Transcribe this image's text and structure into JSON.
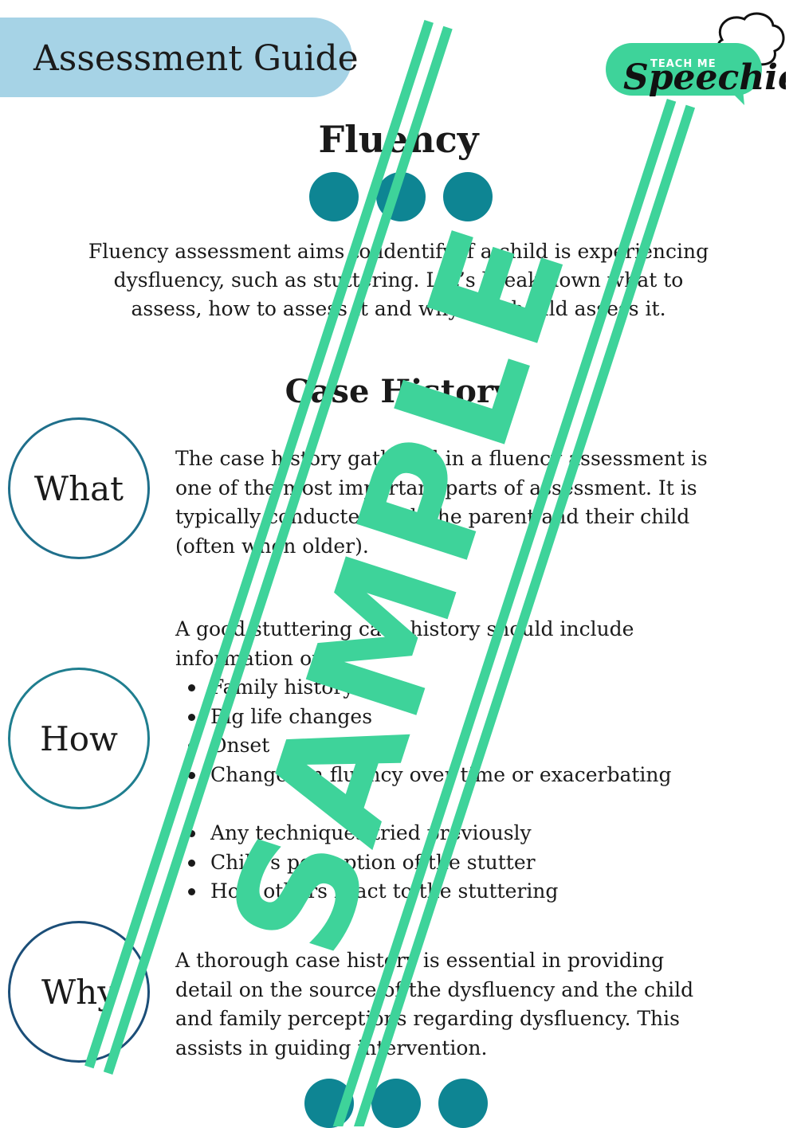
{
  "header": {
    "badge_label": "Assessment Guide",
    "logo_top": "TEACH ME",
    "logo_main": "Speechie"
  },
  "title": "Fluency",
  "intro": "Fluency assessment aims to identify if a child is experiencing dysfluency, such as stuttering. Let’s break down what to assess, how to assess it and why we should assess it.",
  "section_title": "Case History",
  "labels": {
    "what": "What",
    "how": "How",
    "why": "Why"
  },
  "what_text": "The case history gathered in a fluency assessment is one of the most important parts of assessment. It is typically conducted with the parent and their child (often when older).",
  "how_intro": "A good stuttering case history should include information on:",
  "how_bullets_a": [
    "Family history",
    "Big life changes",
    "Onset",
    "Changes in fluency over time or exacerbating"
  ],
  "how_bullets_b": [
    "Any techniques tried previously",
    "Child’s perception of the stutter",
    "How others react to the stuttering"
  ],
  "why_text": "A thorough case history is essential in providing detail on the source of the dysfluency and the child and family perceptions regarding dysfluency. This assists in guiding intervention.",
  "watermark": "SAMPLE",
  "colors": {
    "badge": "#a6d3e6",
    "brand_green": "#3ed39a",
    "dot": "#0e8593",
    "circle_what": "#1f6f8b",
    "circle_how": "#1f7e8f",
    "circle_why": "#1b4e78"
  }
}
